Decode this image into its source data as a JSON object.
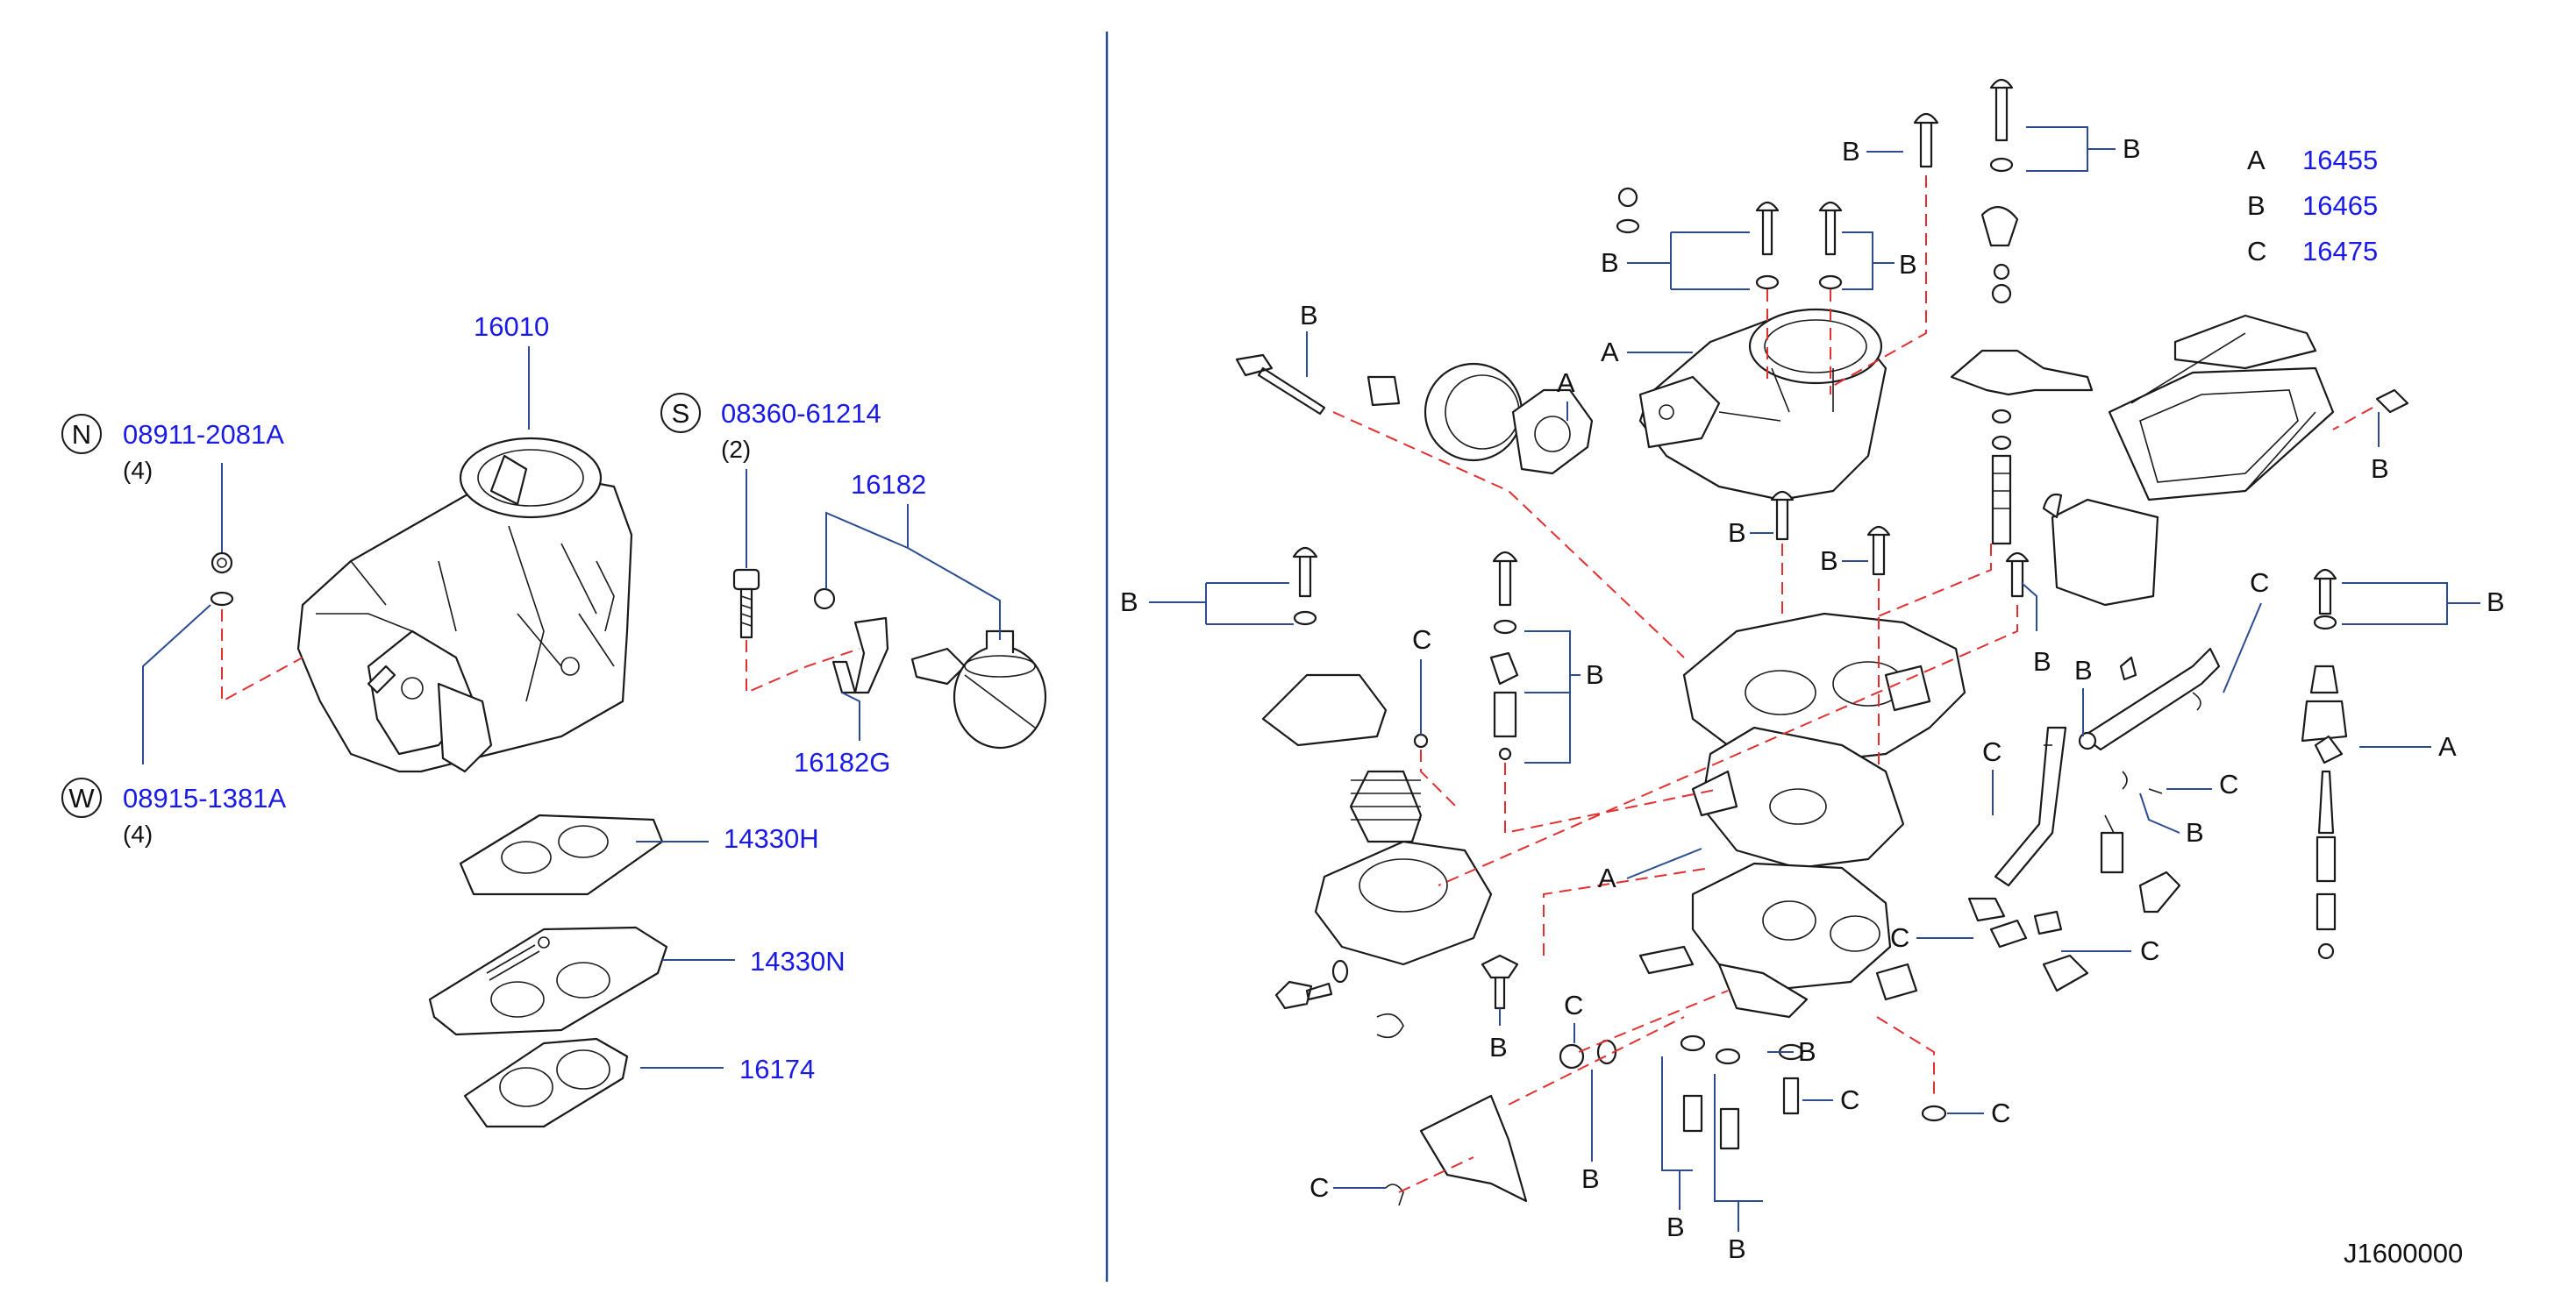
{
  "symbols": {
    "n": {
      "letter": "N",
      "part": "08911-2081A",
      "qty": "(4)"
    },
    "w": {
      "letter": "W",
      "part": "08915-1381A",
      "qty": "(4)"
    },
    "s": {
      "letter": "S",
      "part": "08360-61214",
      "qty": "(2)"
    }
  },
  "left_parts": {
    "carburetor": "16010",
    "actuator": "16182",
    "bracket": "16182G",
    "gasket_h": "14330H",
    "gasket_n": "14330N",
    "insulator": "16174"
  },
  "legend": [
    {
      "key": "A",
      "part": "16455"
    },
    {
      "key": "B",
      "part": "16465"
    },
    {
      "key": "C",
      "part": "16475"
    }
  ],
  "callouts": {
    "a": "A",
    "b": "B",
    "c": "C"
  },
  "diagram_code": "J1600000",
  "colors": {
    "part_number": "#1a1ae6",
    "leader": "#2b4d8f",
    "dashed": "#e03030",
    "divider": "#2b4d8f"
  }
}
